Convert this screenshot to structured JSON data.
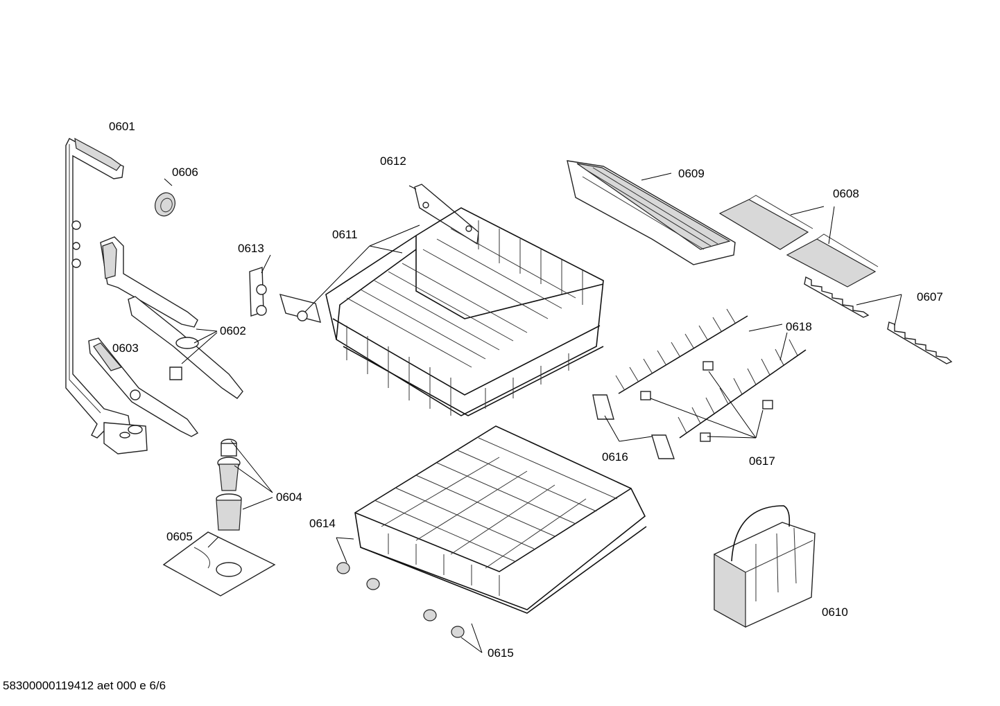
{
  "labels": {
    "p0601": "0601",
    "p0602": "0602",
    "p0603": "0603",
    "p0604": "0604",
    "p0605": "0605",
    "p0606": "0606",
    "p0607": "0607",
    "p0608": "0608",
    "p0609": "0609",
    "p0610": "0610",
    "p0611": "0611",
    "p0612": "0612",
    "p0613": "0613",
    "p0614": "0614",
    "p0615": "0615",
    "p0616": "0616",
    "p0617": "0617",
    "p0618": "0618"
  },
  "footer": "58300000119412 aet 000 e 6/6"
}
